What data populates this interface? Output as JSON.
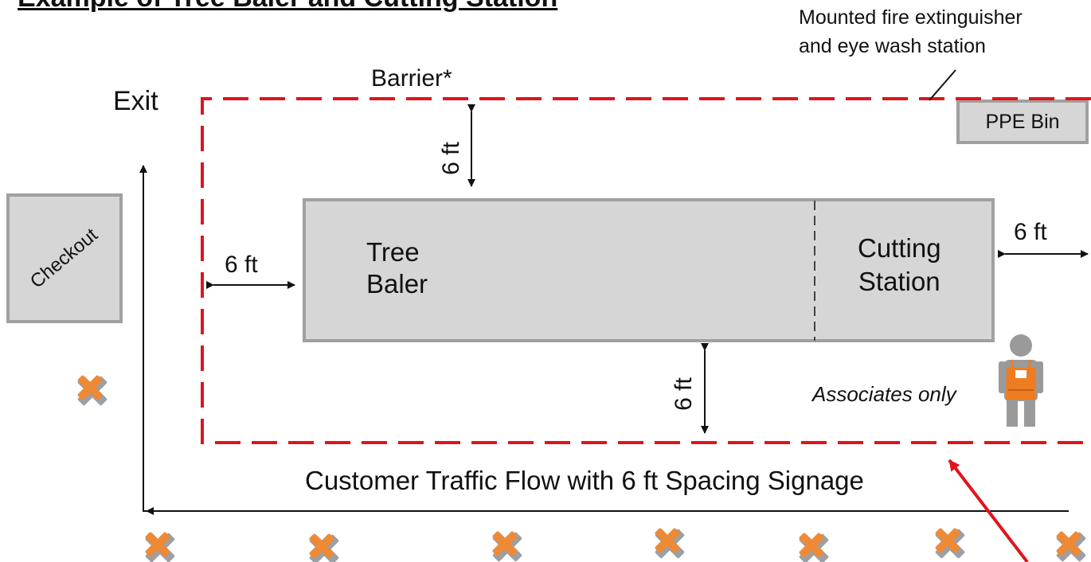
{
  "title": "Example of Tree Baler and Cutting Station",
  "equipment_note": "Mounted fire extinguisher\nand eye wash station",
  "barrier_label": "Barrier*",
  "exit_label": "Exit",
  "ppe_bin_label": "PPE Bin",
  "checkout_label": "Checkout",
  "tree_baler_label": "Tree\nBaler",
  "cutting_station_label": "Cutting\nStation",
  "clearance": {
    "top": "6 ft",
    "left": "6 ft",
    "right": "6 ft",
    "bottom": "6 ft"
  },
  "associates_label": "Associates only",
  "traffic_flow_label": "Customer Traffic Flow with 6 ft Spacing Signage",
  "colors": {
    "barrier": "#e0141c",
    "equipment_fill": "#d6d6d6",
    "equipment_border": "#a0a0a0",
    "spacing_marker": "#ee8a35",
    "spacing_marker_shadow": "#9aa0a6",
    "associate_apron": "#ee7d22",
    "associate_body": "#9a9a9a"
  },
  "icons": {
    "spacing_marker": "x-mark-icon",
    "associate": "associate-person-icon"
  }
}
